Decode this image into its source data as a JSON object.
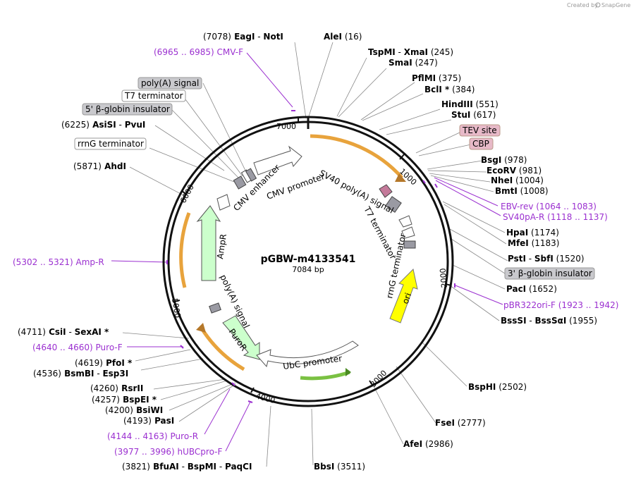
{
  "credit": {
    "prefix": "Created by",
    "brand": "SnapGene"
  },
  "plasmid": {
    "name": "pGBW-m4133541",
    "length": "7084 bp"
  },
  "ticks": [
    "1000",
    "2000",
    "3000",
    "4000",
    "5000",
    "6000",
    "7000"
  ],
  "sites": [
    {
      "id": "s1",
      "parts": [
        {
          "t": "(7078)",
          "b": false
        },
        {
          "t": "EagI",
          "b": true
        },
        {
          "t": "  -  ",
          "b": false
        },
        {
          "t": "NotI",
          "b": true
        }
      ]
    },
    {
      "id": "s2",
      "parts": [
        {
          "t": "AleI",
          "b": true
        },
        {
          "t": "   (16)",
          "b": false
        }
      ]
    },
    {
      "id": "s3",
      "parts": [
        {
          "t": "TspMI",
          "b": true
        },
        {
          "t": "  -  ",
          "b": false
        },
        {
          "t": "XmaI",
          "b": true
        },
        {
          "t": "   (245)",
          "b": false
        }
      ]
    },
    {
      "id": "s4",
      "parts": [
        {
          "t": "SmaI",
          "b": true
        },
        {
          "t": "   (247)",
          "b": false
        }
      ]
    },
    {
      "id": "s5",
      "parts": [
        {
          "t": "PflMI",
          "b": true
        },
        {
          "t": "   (375)",
          "b": false
        }
      ]
    },
    {
      "id": "s6",
      "parts": [
        {
          "t": "BclI *",
          "b": true
        },
        {
          "t": "   (384)",
          "b": false
        }
      ]
    },
    {
      "id": "s7",
      "parts": [
        {
          "t": "HindIII",
          "b": true
        },
        {
          "t": "   (551)",
          "b": false
        }
      ]
    },
    {
      "id": "s8",
      "parts": [
        {
          "t": "StuI",
          "b": true
        },
        {
          "t": "   (617)",
          "b": false
        }
      ]
    },
    {
      "id": "s9",
      "parts": [
        {
          "t": "BsgI",
          "b": true
        },
        {
          "t": "   (978)",
          "b": false
        }
      ]
    },
    {
      "id": "s10",
      "parts": [
        {
          "t": "EcoRV",
          "b": true
        },
        {
          "t": "   (981)",
          "b": false
        }
      ]
    },
    {
      "id": "s11",
      "parts": [
        {
          "t": "NheI",
          "b": true
        },
        {
          "t": "   (1004)",
          "b": false
        }
      ]
    },
    {
      "id": "s12",
      "parts": [
        {
          "t": "BmtI",
          "b": true
        },
        {
          "t": "   (1008)",
          "b": false
        }
      ]
    },
    {
      "id": "s13",
      "parts": [
        {
          "t": "HpaI",
          "b": true
        },
        {
          "t": "   (1174)",
          "b": false
        }
      ]
    },
    {
      "id": "s14",
      "parts": [
        {
          "t": "MfeI",
          "b": true
        },
        {
          "t": "   (1183)",
          "b": false
        }
      ]
    },
    {
      "id": "s15",
      "parts": [
        {
          "t": "PstI",
          "b": true
        },
        {
          "t": "  -  ",
          "b": false
        },
        {
          "t": "SbfI",
          "b": true
        },
        {
          "t": "   (1520)",
          "b": false
        }
      ]
    },
    {
      "id": "s16",
      "parts": [
        {
          "t": "PacI",
          "b": true
        },
        {
          "t": "   (1652)",
          "b": false
        }
      ]
    },
    {
      "id": "s17",
      "parts": [
        {
          "t": "BssSI",
          "b": true
        },
        {
          "t": "  -  ",
          "b": false
        },
        {
          "t": "BssSαI",
          "b": true
        },
        {
          "t": "   (1955)",
          "b": false
        }
      ]
    },
    {
      "id": "s18",
      "parts": [
        {
          "t": "BspHI",
          "b": true
        },
        {
          "t": "   (2502)",
          "b": false
        }
      ]
    },
    {
      "id": "s19",
      "parts": [
        {
          "t": "FseI",
          "b": true
        },
        {
          "t": "   (2777)",
          "b": false
        }
      ]
    },
    {
      "id": "s20",
      "parts": [
        {
          "t": "AfeI",
          "b": true
        },
        {
          "t": "   (2986)",
          "b": false
        }
      ]
    },
    {
      "id": "s21",
      "parts": [
        {
          "t": "BbsI",
          "b": true
        },
        {
          "t": "   (3511)",
          "b": false
        }
      ]
    },
    {
      "id": "s22",
      "parts": [
        {
          "t": "(3821)",
          "b": false
        },
        {
          "t": "BfuAI",
          "b": true
        },
        {
          "t": "  -  ",
          "b": false
        },
        {
          "t": "BspMI",
          "b": true
        },
        {
          "t": "  -  ",
          "b": false
        },
        {
          "t": "PaqCI",
          "b": true
        }
      ]
    },
    {
      "id": "s23",
      "parts": [
        {
          "t": "(4193)",
          "b": false
        },
        {
          "t": "PasI",
          "b": true
        }
      ]
    },
    {
      "id": "s24",
      "parts": [
        {
          "t": "(4200)",
          "b": false
        },
        {
          "t": "BsiWI",
          "b": true
        }
      ]
    },
    {
      "id": "s25",
      "parts": [
        {
          "t": "(4257)",
          "b": false
        },
        {
          "t": "BspEI *",
          "b": true
        }
      ]
    },
    {
      "id": "s26",
      "parts": [
        {
          "t": "(4260)",
          "b": false
        },
        {
          "t": "RsrII",
          "b": true
        }
      ]
    },
    {
      "id": "s27",
      "parts": [
        {
          "t": "(4536)",
          "b": false
        },
        {
          "t": "BsmBI",
          "b": true
        },
        {
          "t": "  -  ",
          "b": false
        },
        {
          "t": "Esp3I",
          "b": true
        }
      ]
    },
    {
      "id": "s28",
      "parts": [
        {
          "t": "(4619)",
          "b": false
        },
        {
          "t": "PfoI *",
          "b": true
        }
      ]
    },
    {
      "id": "s29",
      "parts": [
        {
          "t": "(4711)",
          "b": false
        },
        {
          "t": "CsiI",
          "b": true
        },
        {
          "t": "  -  ",
          "b": false
        },
        {
          "t": "SexAI *",
          "b": true
        }
      ]
    },
    {
      "id": "s30",
      "parts": [
        {
          "t": "(5871)",
          "b": false
        },
        {
          "t": "AhdI",
          "b": true
        }
      ]
    },
    {
      "id": "s31",
      "parts": [
        {
          "t": "(6225)",
          "b": false
        },
        {
          "t": "AsiSI",
          "b": true
        },
        {
          "t": "  -  ",
          "b": false
        },
        {
          "t": "PvuI",
          "b": true
        }
      ]
    }
  ],
  "primers": [
    {
      "id": "p1",
      "text": "(6965 .. 6985)  CMV-F"
    },
    {
      "id": "p2",
      "text": "EBV-rev    (1064 .. 1083)"
    },
    {
      "id": "p3",
      "text": "SV40pA-R    (1118 .. 1137)"
    },
    {
      "id": "p4",
      "text": "pBR322ori-F    (1923 .. 1942)"
    },
    {
      "id": "p5",
      "text": "(5302 .. 5321)  Amp-R"
    },
    {
      "id": "p6",
      "text": "(4640 .. 4660)  Puro-F"
    },
    {
      "id": "p7",
      "text": "(4144 .. 4163)  Puro-R"
    },
    {
      "id": "p8",
      "text": "(3977 .. 3996)  hUBCpro-F"
    }
  ],
  "boxed_features": [
    {
      "id": "b1",
      "text": "poly(A) signal",
      "style": "gray"
    },
    {
      "id": "b2",
      "text": "T7 terminator",
      "style": "white"
    },
    {
      "id": "b3",
      "text": "5' β-globin insulator",
      "style": "gray"
    },
    {
      "id": "b4",
      "text": "rrnG terminator",
      "style": "white"
    },
    {
      "id": "b5",
      "text": "TEV site",
      "style": "pink"
    },
    {
      "id": "b6",
      "text": "CBP",
      "style": "pink"
    },
    {
      "id": "b7",
      "text": "3' β-globin insulator",
      "style": "gray"
    }
  ],
  "inner_features": [
    {
      "id": "f1",
      "text": "CMV enhancer"
    },
    {
      "id": "f2",
      "text": "CMV promoter"
    },
    {
      "id": "f3",
      "text": "SV40 poly(A) signal"
    },
    {
      "id": "f4",
      "text": "T7 terminator"
    },
    {
      "id": "f5",
      "text": "rrnG terminator"
    },
    {
      "id": "f6",
      "text": "ori"
    },
    {
      "id": "f7",
      "text": "UbC promoter"
    },
    {
      "id": "f8",
      "text": "PuroR"
    },
    {
      "id": "f9",
      "text": "poly(A) signal"
    },
    {
      "id": "f10",
      "text": "AmpR"
    }
  ],
  "colors": {
    "primer": "#9b30d0",
    "orf": "#e8a33c",
    "ori": "#ffff00",
    "resistance": "#ccffcc",
    "gray_feature": "#9a9aa3",
    "pink_feature": "#e7b9c8"
  }
}
